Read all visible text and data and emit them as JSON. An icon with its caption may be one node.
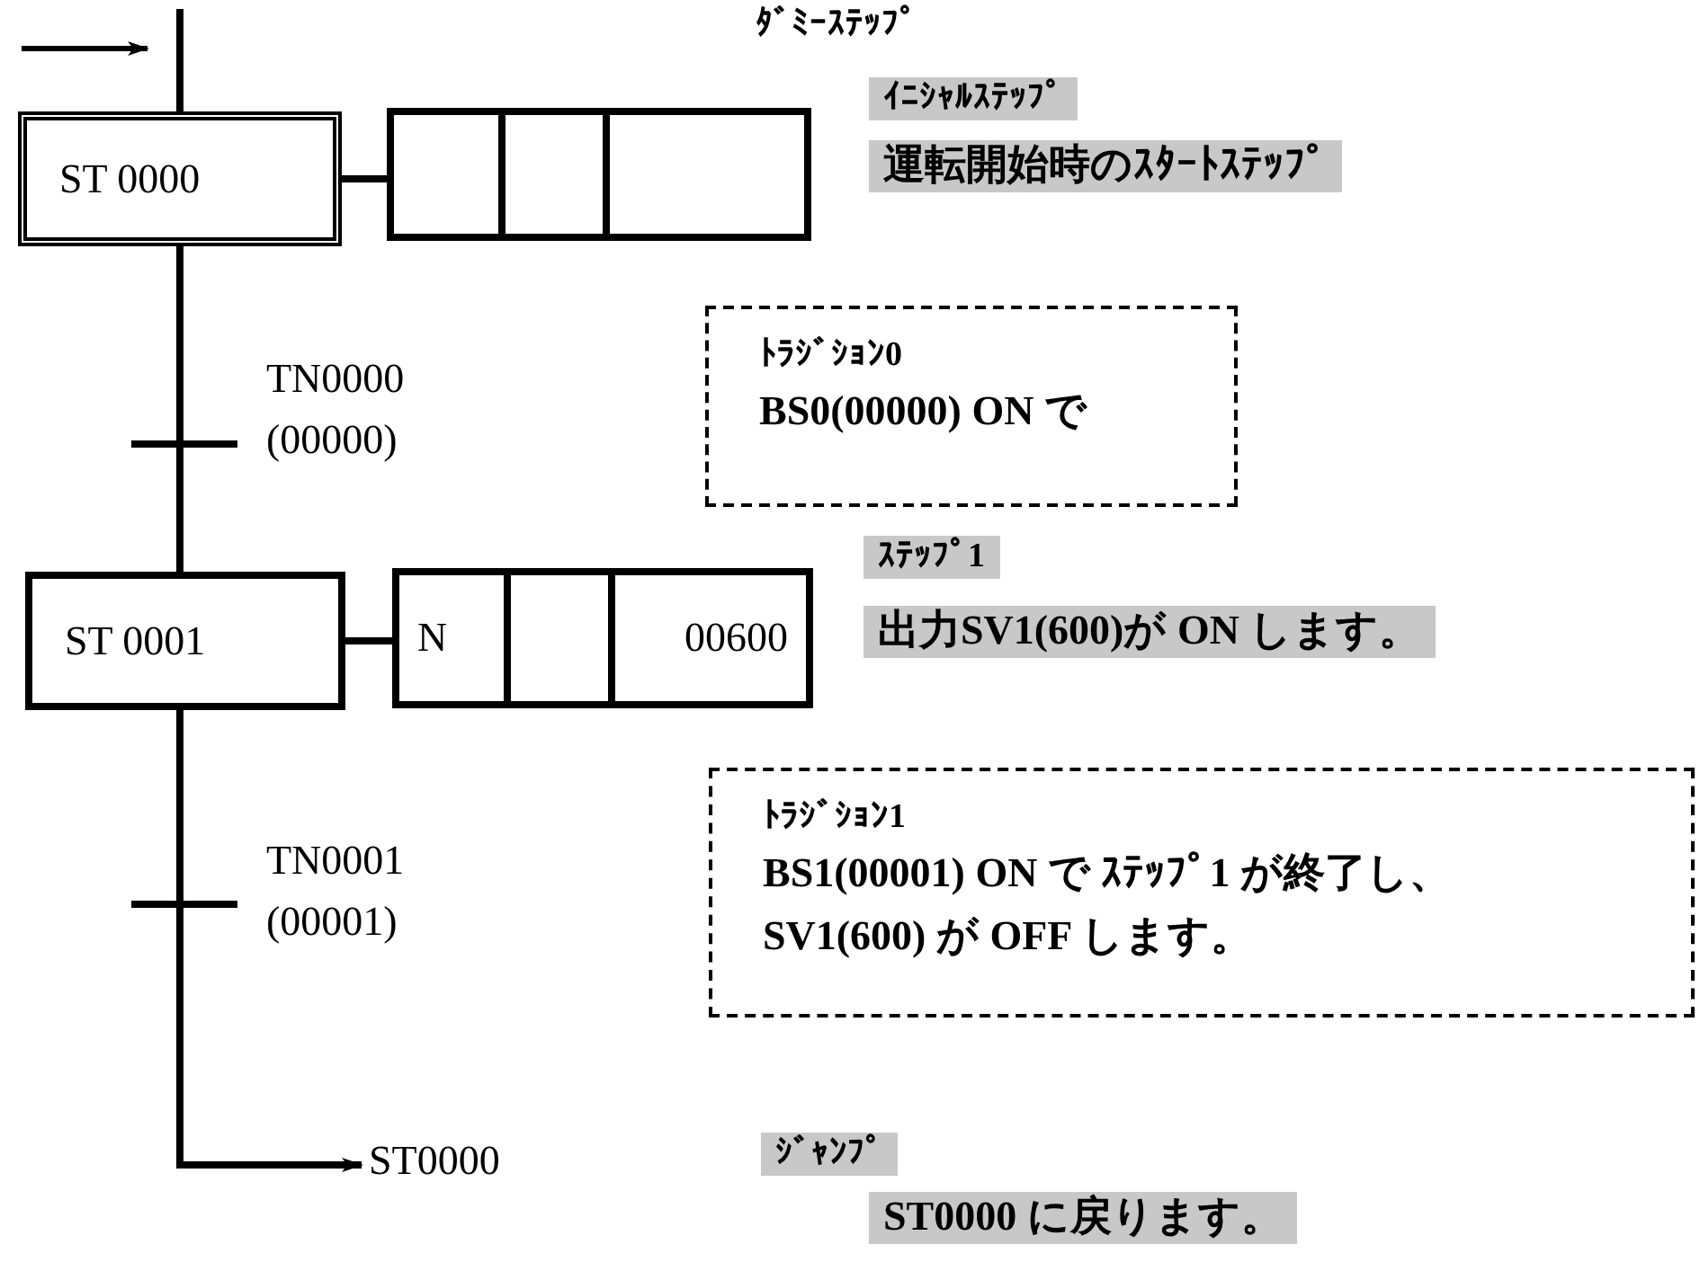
{
  "diagram": {
    "nodes": [
      {
        "text": [
          "ST 0000"
        ]
      },
      {
        "text": [],
        "shape": "box"
      },
      {
        "text": [],
        "shape": "bar",
        "beside": [
          "TN0000",
          "(00000)"
        ]
      },
      {
        "text": [
          "ST 0001"
        ]
      },
      {
        "text": [
          "N",
          "00600"
        ]
      },
      {
        "text": [],
        "shape": "bar",
        "beside": [
          "TN0001",
          "(00001)"
        ]
      },
      {
        "text": [
          "ST0000"
        ]
      },
      {
        "text": [
          "ﾄﾗｼﾞｼｮﾝ0",
          "BS0(00000) ON で"
        ]
      },
      {
        "text": [
          "ﾄﾗｼﾞｼｮﾝ1",
          "BS1(00001) ON で ｽﾃｯﾌﾟ1 が終了し、",
          "SV1(600) が OFF します。"
        ]
      }
    ],
    "edges": [
      {
        "from": null,
        "to": 0,
        "arrow": "none"
      },
      {
        "from": 0,
        "to": 1,
        "arrow": "none"
      },
      {
        "from": 0,
        "to": 2,
        "arrow": "none"
      },
      {
        "from": 2,
        "to": 3,
        "arrow": "none"
      },
      {
        "from": 3,
        "to": 4,
        "arrow": "none"
      },
      {
        "from": 3,
        "to": 5,
        "arrow": "none"
      },
      {
        "from": 5,
        "to": 6,
        "arrow": "to"
      }
    ],
    "labels": [
      "ﾀﾞﾐｰｽﾃｯﾌﾟ",
      "ｲﾆｼｬﾙｽﾃｯﾌﾟ",
      "運転開始時のｽﾀｰﾄｽﾃｯﾌﾟ",
      "ｽﾃｯﾌﾟ1",
      "出力SV1(600)が ON します。",
      "ｼﾞｬﾝﾌﾟ",
      "ST0000 に戻ります。"
    ]
  }
}
